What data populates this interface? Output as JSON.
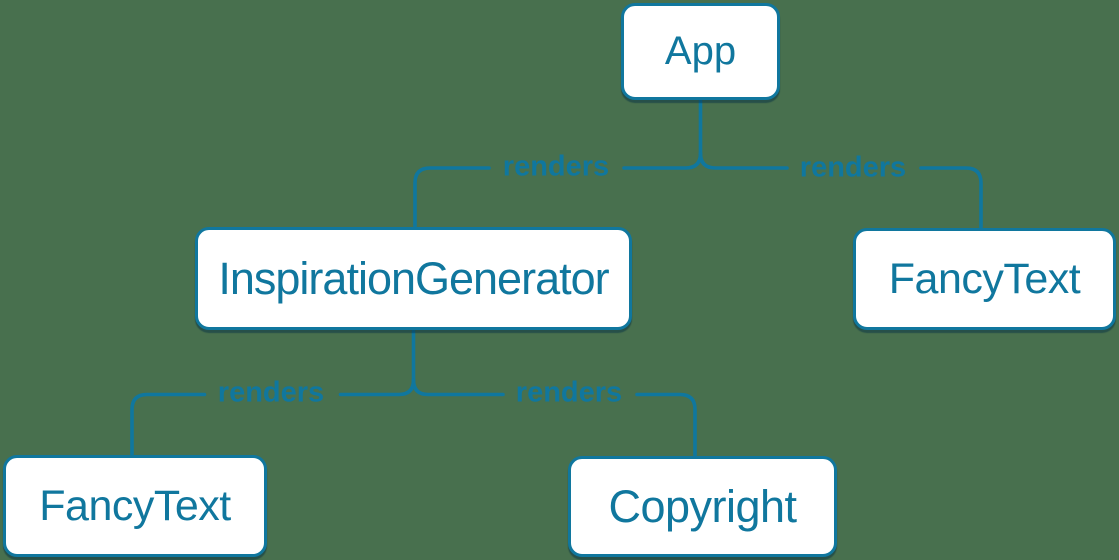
{
  "diagram": {
    "type": "component-render-tree",
    "background_color": "#48704e",
    "accent_color": "#10779e",
    "nodes": [
      {
        "id": "app",
        "label": "App"
      },
      {
        "id": "inspiration-generator",
        "label": "InspirationGenerator"
      },
      {
        "id": "fancy-text-top",
        "label": "FancyText"
      },
      {
        "id": "fancy-text-bottom",
        "label": "FancyText"
      },
      {
        "id": "copyright",
        "label": "Copyright"
      }
    ],
    "edges": [
      {
        "from": "app",
        "to": "inspiration-generator",
        "label": "renders"
      },
      {
        "from": "app",
        "to": "fancy-text-top",
        "label": "renders"
      },
      {
        "from": "inspiration-generator",
        "to": "fancy-text-bottom",
        "label": "renders"
      },
      {
        "from": "inspiration-generator",
        "to": "copyright",
        "label": "renders"
      }
    ]
  }
}
